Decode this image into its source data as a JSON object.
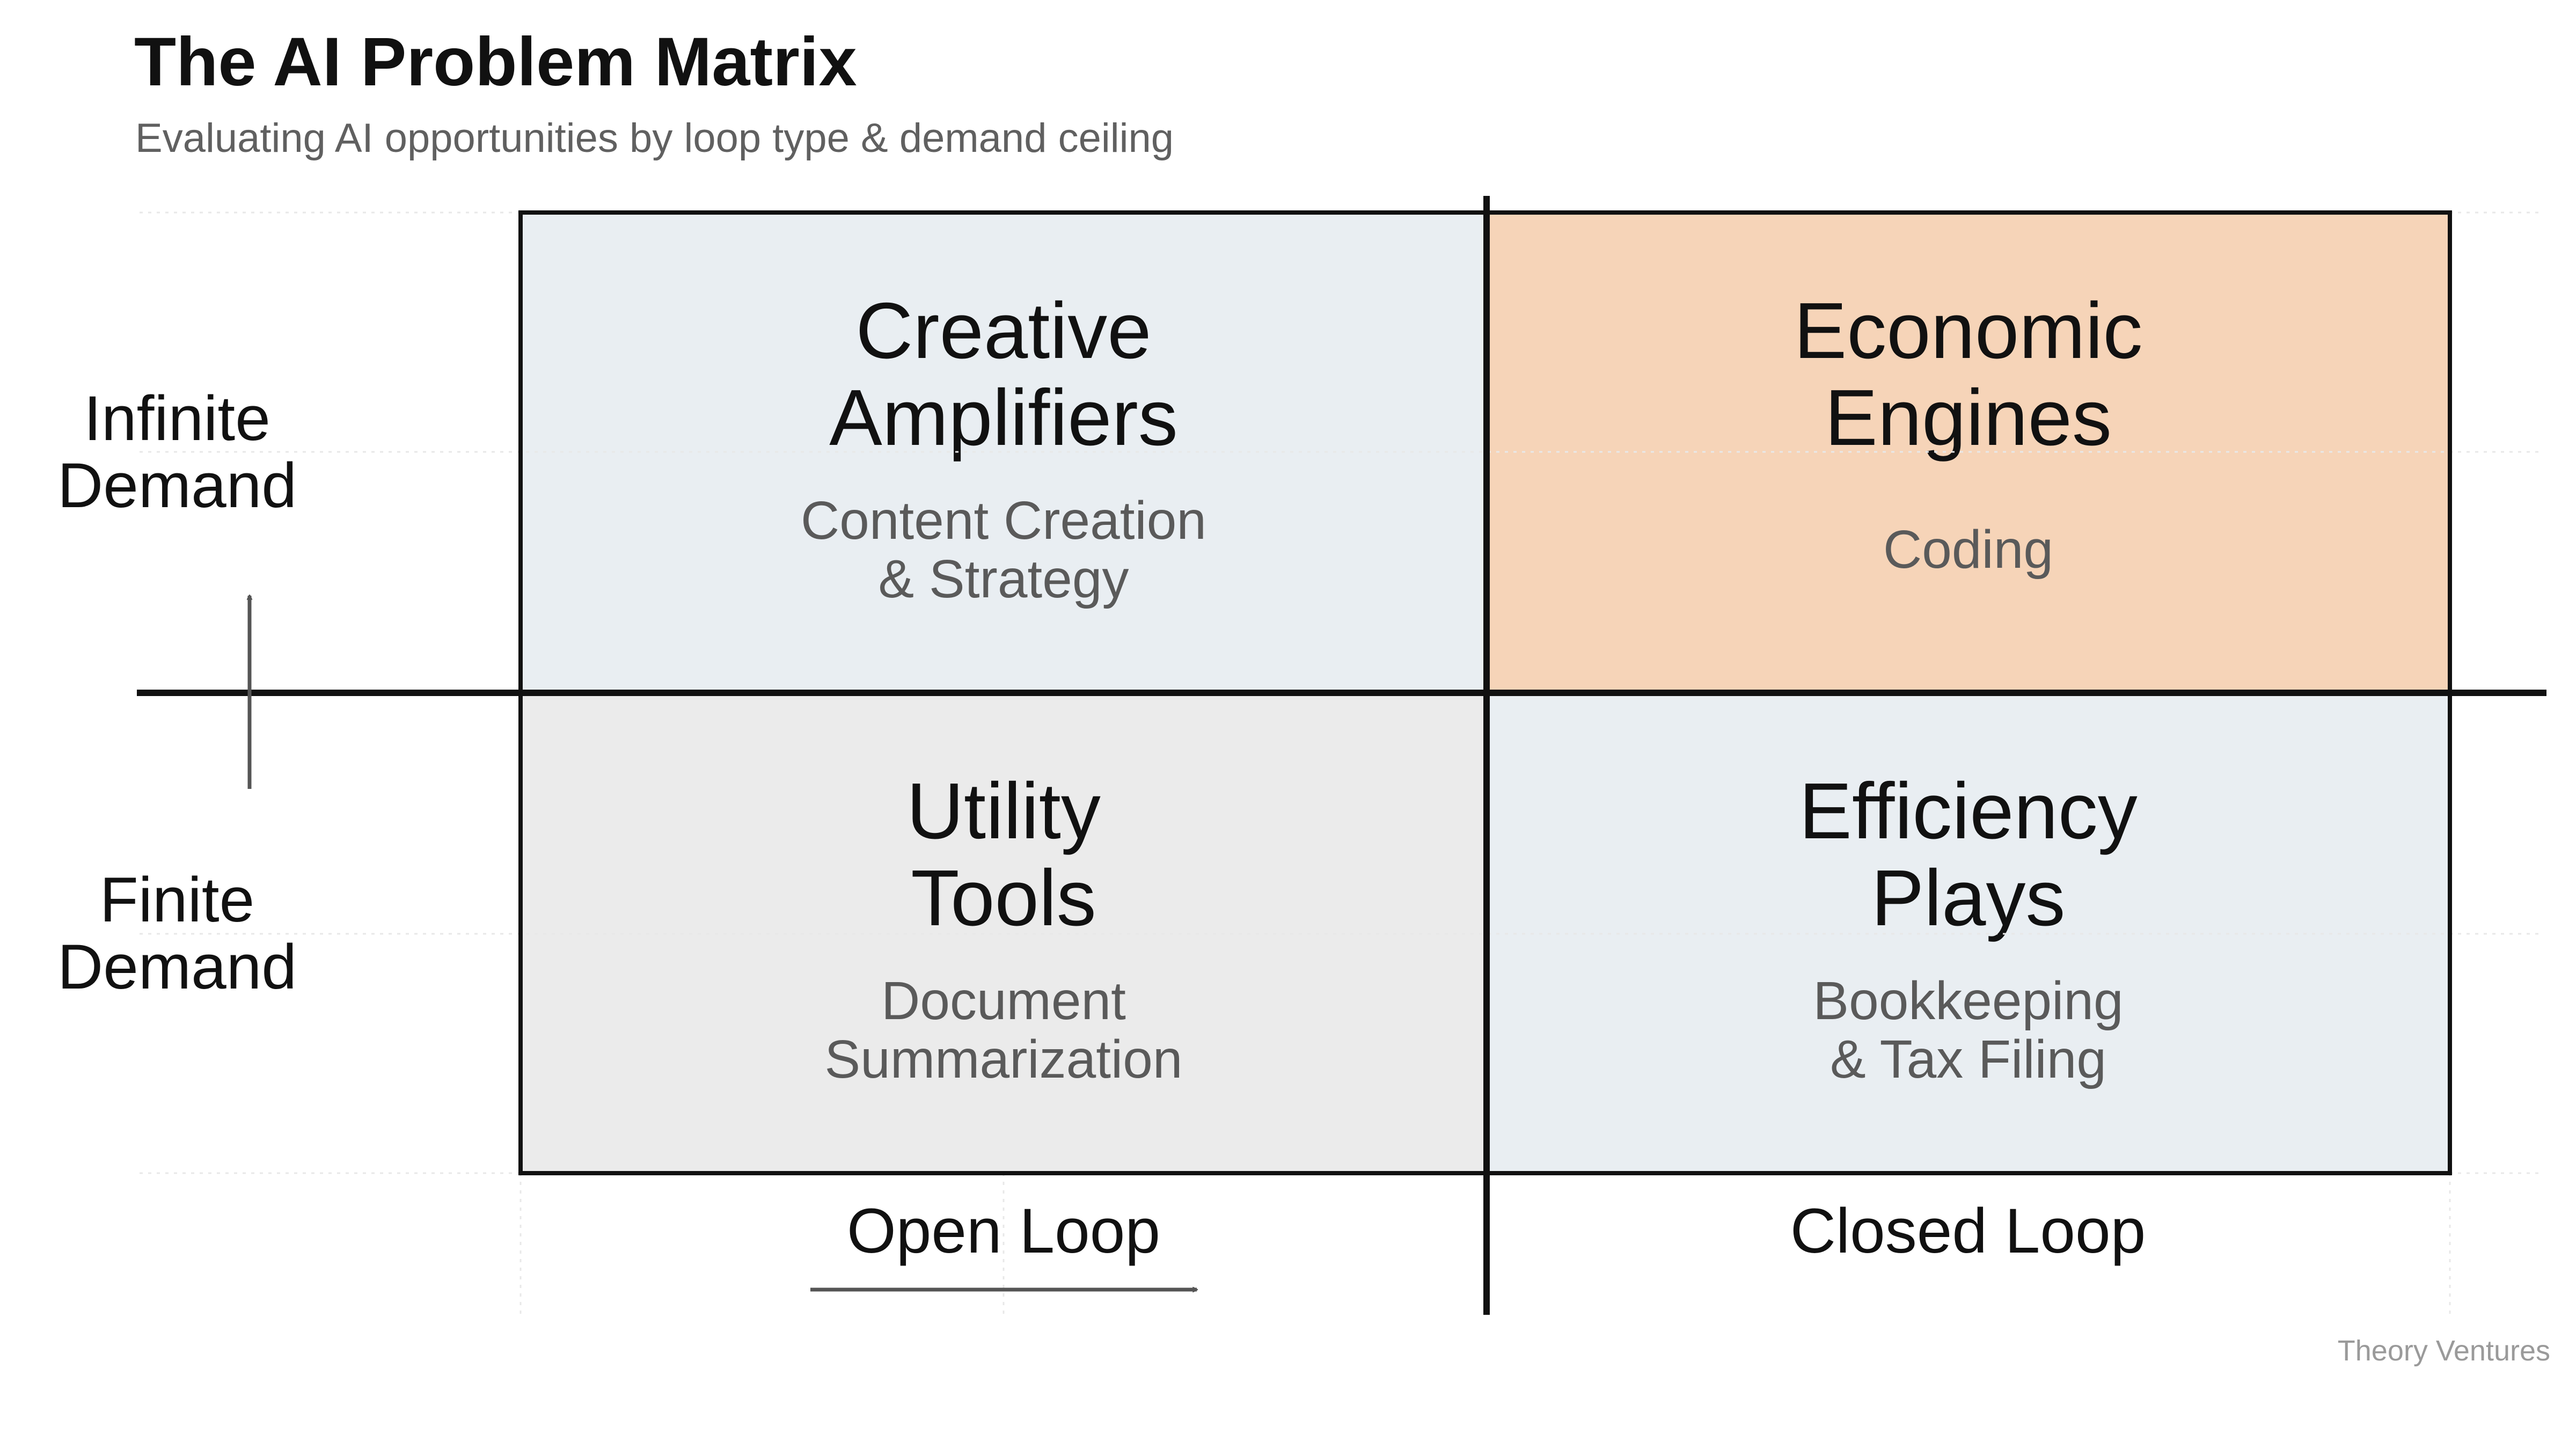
{
  "header": {
    "title": "The AI Problem Matrix",
    "subtitle": "Evaluating AI opportunities by loop type & demand ceiling"
  },
  "quadrants": {
    "top_left": {
      "title": [
        "Creative",
        "Amplifiers"
      ],
      "example": [
        "Content Creation",
        "& Strategy"
      ],
      "fill": "#e9eef2"
    },
    "top_right": {
      "title": [
        "Economic",
        "Engines"
      ],
      "example": [
        "Coding"
      ],
      "fill": "#f6d4b8"
    },
    "bottom_left": {
      "title": [
        "Utility",
        "Tools"
      ],
      "example": [
        "Document",
        "Summarization"
      ],
      "fill": "#ebebeb"
    },
    "bottom_right": {
      "title": [
        "Efficiency",
        "Plays"
      ],
      "example": [
        "Bookkeeping",
        "& Tax Filing"
      ],
      "fill": "#e9eef2"
    }
  },
  "axes": {
    "y_top_label": [
      "Infinite",
      "Demand"
    ],
    "y_bottom_label": [
      "Finite",
      "Demand"
    ],
    "x_left_label": "Open Loop",
    "x_right_label": "Closed Loop"
  },
  "footer": {
    "credit": "Theory Ventures"
  },
  "colors": {
    "axis": "#111111",
    "arrow": "#555555",
    "grid": "#eeeeee"
  }
}
